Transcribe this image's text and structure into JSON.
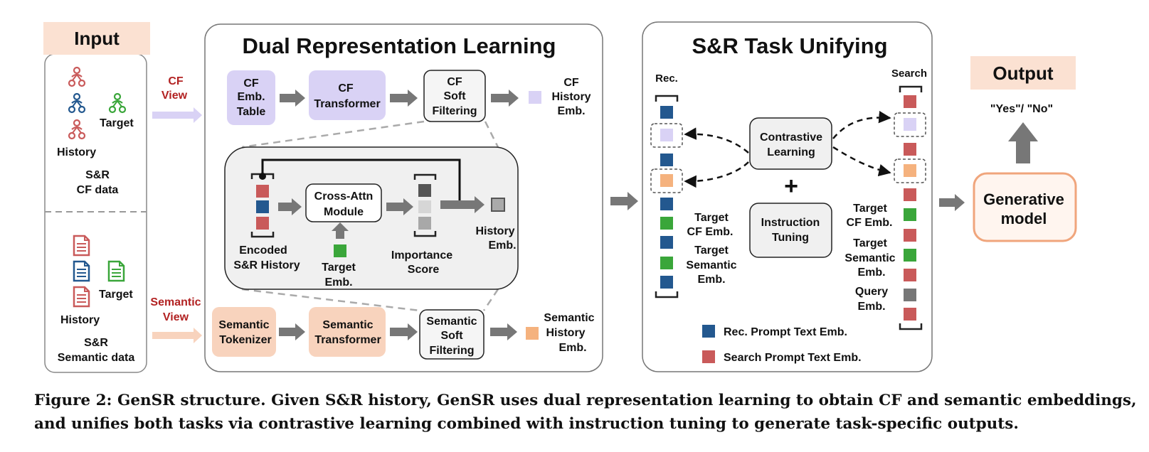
{
  "input": {
    "title": "Input",
    "cf_history": "History",
    "cf_target": "Target",
    "cf_data": [
      "S&R",
      "CF data"
    ],
    "sem_target": "Target",
    "sem_history": "History",
    "sem_data": [
      "S&R",
      "Semantic data"
    ]
  },
  "views": {
    "cf": [
      "CF",
      "View"
    ],
    "semantic": [
      "Semantic",
      "View"
    ]
  },
  "dual": {
    "title": "Dual Representation Learning",
    "cf_table": [
      "CF",
      "Emb.",
      "Table"
    ],
    "cf_transformer": [
      "CF",
      "Transformer"
    ],
    "cf_soft_filtering": [
      "CF",
      "Soft",
      "Filtering"
    ],
    "cf_history_emb": [
      "CF",
      "History",
      "Emb."
    ],
    "encoded_history": [
      "Encoded",
      "S&R History"
    ],
    "cross_attn": [
      "Cross-Attn",
      "Module"
    ],
    "target_emb": [
      "Target",
      "Emb."
    ],
    "importance_score": [
      "Importance",
      "Score"
    ],
    "history_emb": [
      "History",
      "Emb."
    ],
    "sem_tokenizer": [
      "Semantic",
      "Tokenizer"
    ],
    "sem_transformer": [
      "Semantic",
      "Transformer"
    ],
    "sem_soft_filtering": [
      "Semantic",
      "Soft",
      "Filtering"
    ],
    "sem_history_emb": [
      "Semantic",
      "History",
      "Emb."
    ]
  },
  "unify": {
    "title": "S&R Task Unifying",
    "rec_label": "Rec.",
    "search_label": "Search",
    "contrastive": [
      "Contrastive",
      "Learning"
    ],
    "plus": "+",
    "instruction": [
      "Instruction",
      "Tuning"
    ],
    "rec_target_cf": [
      "Target",
      "CF Emb."
    ],
    "rec_target_sem": [
      "Target",
      "Semantic",
      "Emb."
    ],
    "search_target_cf": [
      "Target",
      "CF Emb."
    ],
    "search_target_sem": [
      "Target",
      "Semantic",
      "Emb."
    ],
    "query_emb": [
      "Query",
      "Emb."
    ],
    "legend_rec": "Rec. Prompt Text Emb.",
    "legend_search": "Search Prompt Text Emb."
  },
  "output": {
    "title": "Output",
    "answer": "\"Yes\"/ \"No\"",
    "generative": [
      "Generative",
      "model"
    ]
  },
  "colors": {
    "lavender": "#d9d2f5",
    "peach": "#f8d3bd",
    "title_peach": "#fbe1d2",
    "blue": "#23588f",
    "red": "#c95a5a",
    "green": "#3aa63a",
    "orange": "#f5b27e",
    "gray_arrow": "#777777"
  },
  "caption": [
    "Figure 2: GenSR structure. Given S&R history, GenSR uses dual representation learning to obtain CF and semantic embeddings,",
    "and unifies both tasks via contrastive learning combined with instruction tuning to generate task-specific outputs."
  ]
}
